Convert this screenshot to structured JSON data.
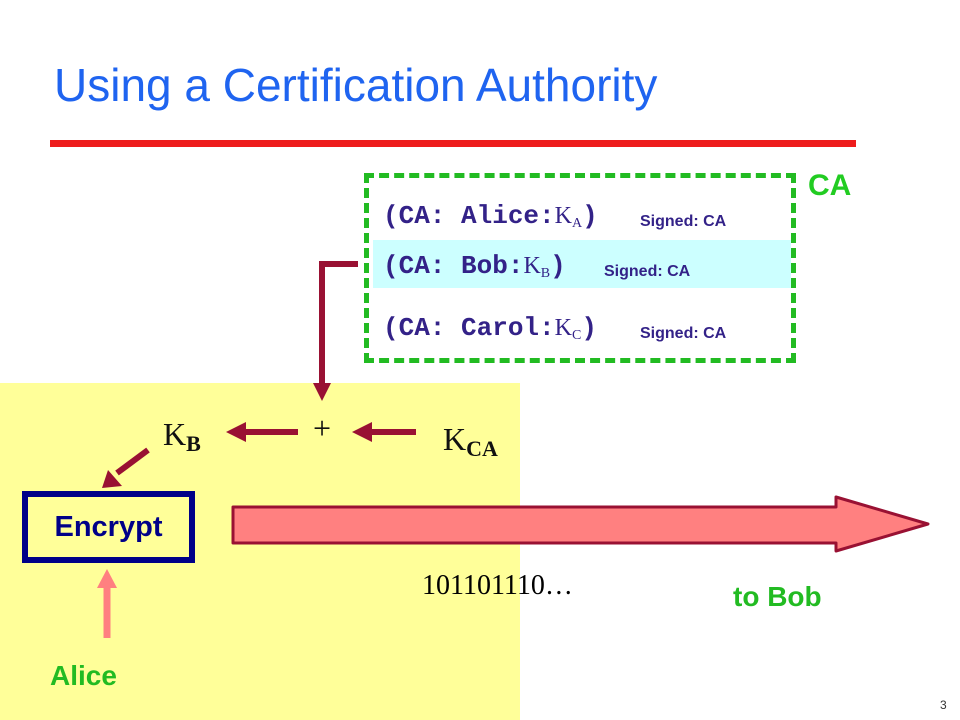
{
  "title": "Using a Certification Authority",
  "ca_label": "CA",
  "ca_entries": [
    {
      "prefix": "(CA: Alice:",
      "key": "K",
      "key_sub": "A",
      "suffix": ")",
      "signed": "Signed: CA"
    },
    {
      "prefix": "(CA: Bob:",
      "key": "K",
      "key_sub": "B",
      "suffix": ")",
      "signed": "Signed: CA"
    },
    {
      "prefix": "(CA: Carol:",
      "key": "K",
      "key_sub": "C",
      "suffix": ")",
      "signed": "Signed: CA"
    }
  ],
  "kb": {
    "main": "K",
    "sub": "B"
  },
  "kca": {
    "main": "K",
    "sub": "CA"
  },
  "plus": "+",
  "encrypt_label": "Encrypt",
  "ciphertext": "101101110…",
  "to_bob": "to Bob",
  "alice": "Alice",
  "page_number": "3",
  "colors": {
    "title": "#1f64f0",
    "title_rule": "#ee1c1c",
    "ca_green": "#22bb22",
    "entry_text": "#332288",
    "highlight": "#ccffff",
    "panel": "#ffff99",
    "arrow_dark": "#991133",
    "arrow_light": "#ff8080",
    "encrypt_border": "#000088"
  }
}
